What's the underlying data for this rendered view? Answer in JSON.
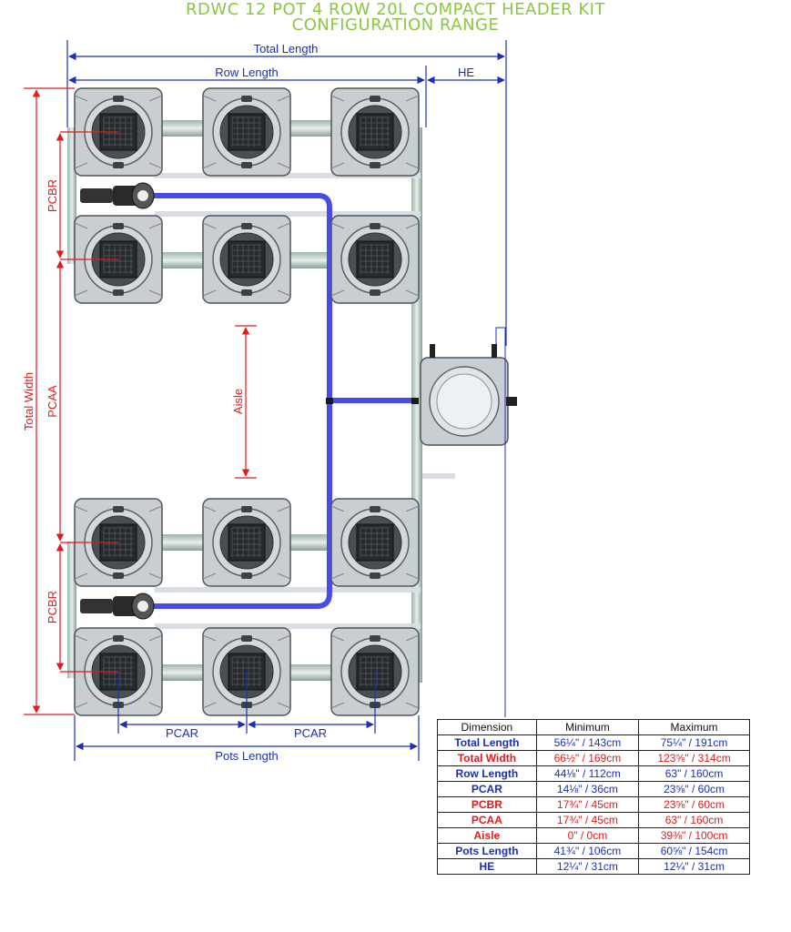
{
  "title": {
    "line1": "RDWC 12 POT 4 ROW 20L COMPACT HEADER KIT",
    "line2": "CONFIGURATION RANGE"
  },
  "colors": {
    "title_green": "#8cc63f",
    "blue_dimension": "#1a2fb8",
    "red_dimension": "#e01b1b",
    "pipe_blue": "#4a4ae6",
    "pot_grey": "#c9ced3"
  },
  "labels": {
    "total_length": "Total Length",
    "row_length": "Row Length",
    "he": "HE",
    "total_width": "Total Width",
    "pcbr_top": "PCBR",
    "pcaa": "PCAA",
    "pcbr_bottom": "PCBR",
    "aisle": "Aisle",
    "pcar_left": "PCAR",
    "pcar_right": "PCAR",
    "pots_length": "Pots Length"
  },
  "table": {
    "headers": [
      "Dimension",
      "Minimum",
      "Maximum"
    ],
    "rows": [
      {
        "dimension": "Total Length",
        "minimum": "56¼\" / 143cm",
        "maximum": "75¼\" / 191cm",
        "color": "blue"
      },
      {
        "dimension": "Total Width",
        "minimum": "66½\" / 169cm",
        "maximum": "123⅝\" / 314cm",
        "color": "red"
      },
      {
        "dimension": "Row Length",
        "minimum": "44⅛\" / 112cm",
        "maximum": "63\" / 160cm",
        "color": "blue"
      },
      {
        "dimension": "PCAR",
        "minimum": "14⅛\" / 36cm",
        "maximum": "23⅝\" / 60cm",
        "color": "blue"
      },
      {
        "dimension": "PCBR",
        "minimum": "17¾\" / 45cm",
        "maximum": "23⅝\" / 60cm",
        "color": "red"
      },
      {
        "dimension": "PCAA",
        "minimum": "17¾\" / 45cm",
        "maximum": "63\" / 160cm",
        "color": "red"
      },
      {
        "dimension": "Aisle",
        "minimum": "0\" / 0cm",
        "maximum": "39⅜\" / 100cm",
        "color": "red"
      },
      {
        "dimension": "Pots Length",
        "minimum": "41¾\" / 106cm",
        "maximum": "60⅝\" / 154cm",
        "color": "blue"
      },
      {
        "dimension": "HE",
        "minimum": "12¼\" / 31cm",
        "maximum": "12¼\" / 31cm",
        "color": "blue"
      }
    ]
  }
}
